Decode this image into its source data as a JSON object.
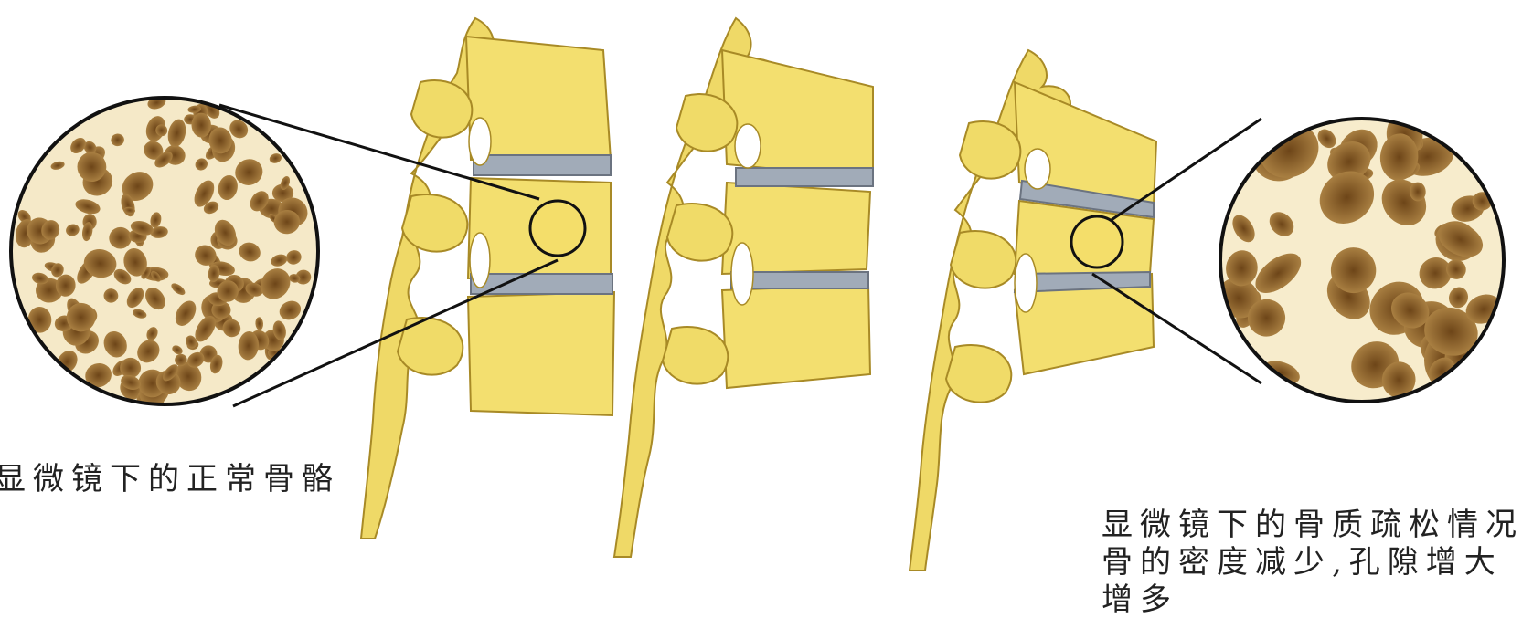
{
  "image": {
    "background_color": "#ffffff",
    "bone_color": "#f1de6e",
    "bone_shadow": "#c8ad3a",
    "disc_color": "#9aa5b3",
    "trabecular_color": "#f4e6c4",
    "pore_color": "#8c6530"
  },
  "captions": {
    "left": "显微镜下的正常骨骼",
    "right_line1": "显微镜下的骨质疏松情况",
    "right_line2": "骨的密度减少,孔隙增大",
    "right_line3": "增多"
  }
}
